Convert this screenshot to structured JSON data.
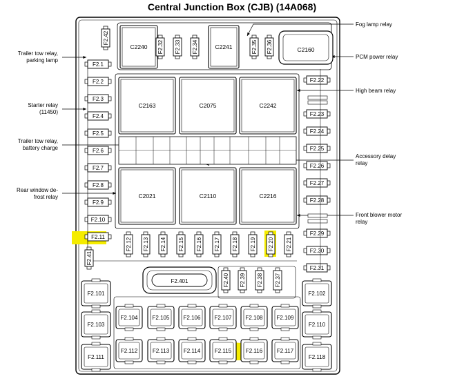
{
  "title": "Central Junction Box (CJB) (14A068)",
  "connectors": {
    "top_left": "C2240",
    "top_mid": "C2241",
    "top_right": "C2160",
    "row1": [
      "C2163",
      "C2075",
      "C2242"
    ],
    "row2": [
      "C2021",
      "C2110",
      "C2216"
    ],
    "center": "F2.401"
  },
  "fuses": {
    "top_small_left": "F2.42",
    "top_relay_fuses_a": [
      "F2.32",
      "F2.33",
      "F2.34"
    ],
    "top_relay_fuses_b": [
      "F2.35",
      "F2.36"
    ],
    "left_column": [
      "F2.1",
      "F2.2",
      "F2.3",
      "F2.4",
      "F2.5",
      "F2.6",
      "F2.7",
      "F2.8",
      "F2.9",
      "F2.10",
      "F2.11"
    ],
    "right_column": [
      "F2.22",
      "F2.23",
      "F2.24",
      "F2.25",
      "F2.26",
      "F2.27",
      "F2.28",
      "F2.29",
      "F2.30",
      "F2.31"
    ],
    "bottom_row": [
      "F2.12",
      "F2.13",
      "F2.14",
      "F2.15",
      "F2.16",
      "F2.17",
      "F2.18",
      "F2.19",
      "F2.20",
      "F2.21"
    ],
    "vertical_left": "F2.41",
    "mid_vertical": [
      "F2.40",
      "F2.39",
      "F2.38",
      "F2.37"
    ],
    "maxi_left": [
      "F2.101",
      "F2.103",
      "F2.111"
    ],
    "maxi_right": [
      "F2.102",
      "F2.110",
      "F2.118"
    ],
    "maxi_row1": [
      "F2.104",
      "F2.105",
      "F2.106",
      "F2.107",
      "F2.108",
      "F2.109"
    ],
    "maxi_row2": [
      "F2.112",
      "F2.113",
      "F2.114",
      "F2.115",
      "F2.116",
      "F2.117"
    ]
  },
  "annotations": {
    "left": [
      {
        "lines": [
          "Trailer tow relay,",
          "parking lamp"
        ]
      },
      {
        "lines": [
          "Starter relay",
          "(11450)"
        ]
      },
      {
        "lines": [
          "Trailer tow relay,",
          "battery charge"
        ]
      },
      {
        "lines": [
          "Rear window de-",
          "frost relay"
        ]
      }
    ],
    "right": [
      {
        "lines": [
          "Fog lamp relay"
        ]
      },
      {
        "lines": [
          "PCM power relay"
        ]
      },
      {
        "lines": [
          "High beam relay"
        ]
      },
      {
        "lines": [
          "Accessory delay",
          "relay"
        ]
      },
      {
        "lines": [
          "Front blower motor",
          "relay"
        ]
      }
    ]
  },
  "colors": {
    "highlight": "#f5ec00",
    "stroke": "#000000",
    "fill": "#ffffff",
    "shade": "#e6e6e6"
  }
}
